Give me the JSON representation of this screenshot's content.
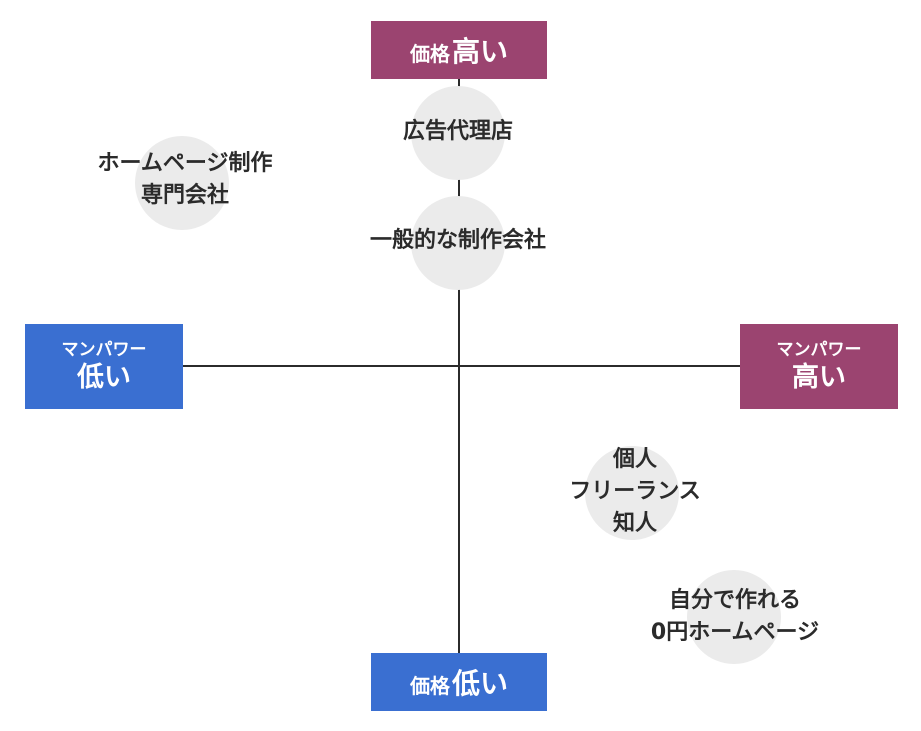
{
  "axes": {
    "top": {
      "small": "価格",
      "big": "高い",
      "color": "#9b4470"
    },
    "bottom": {
      "small": "価格",
      "big": "低い",
      "color": "#3a6fd1"
    },
    "left": {
      "small": "マンパワー",
      "big": "低い",
      "color": "#3a6fd1"
    },
    "right": {
      "small": "マンパワー",
      "big": "高い",
      "color": "#9b4470"
    }
  },
  "items": {
    "ad_agency": {
      "lines": [
        "広告代理店"
      ]
    },
    "general_company": {
      "lines": [
        "一般的な制作会社"
      ]
    },
    "specialist": {
      "lines": [
        "ホームページ制作",
        "専門会社"
      ]
    },
    "individual": {
      "lines": [
        "個人",
        "フリーランス",
        "知人"
      ]
    },
    "self_made": {
      "lines": [
        "自分で作れる",
        "0円ホームページ"
      ]
    }
  },
  "colors": {
    "circle": "#ebebeb",
    "axis_line": "#2b2b2b"
  }
}
